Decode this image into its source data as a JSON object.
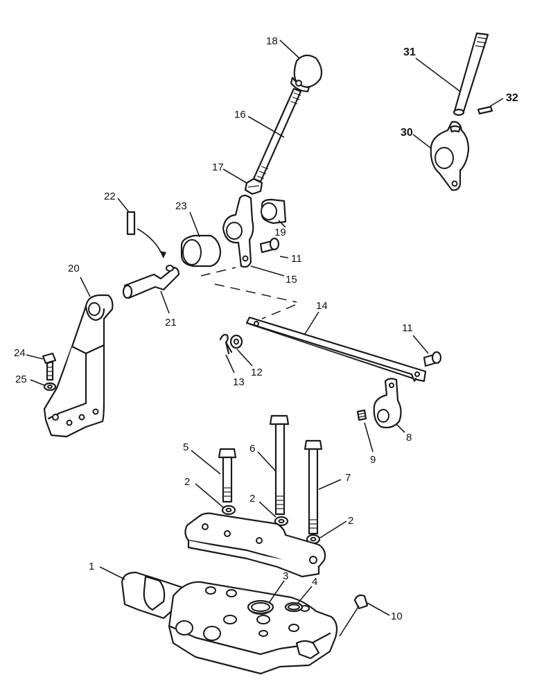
{
  "callouts": {
    "c1": "1",
    "c2a": "2",
    "c2b": "2",
    "c2c": "2",
    "c3": "3",
    "c4": "4",
    "c5": "5",
    "c6": "6",
    "c7": "7",
    "c8": "8",
    "c9": "9",
    "c10": "10",
    "c11a": "11",
    "c11b": "11",
    "c12": "12",
    "c13": "13",
    "c14": "14",
    "c15": "15",
    "c16": "16",
    "c17": "17",
    "c18": "18",
    "c19": "19",
    "c20": "20",
    "c21": "21",
    "c22": "22",
    "c23": "23",
    "c24": "24",
    "c25": "25",
    "c30": "30",
    "c31": "31",
    "c32": "32"
  },
  "colors": {
    "ink": "#1a1a1a",
    "paper": "#ffffff"
  }
}
